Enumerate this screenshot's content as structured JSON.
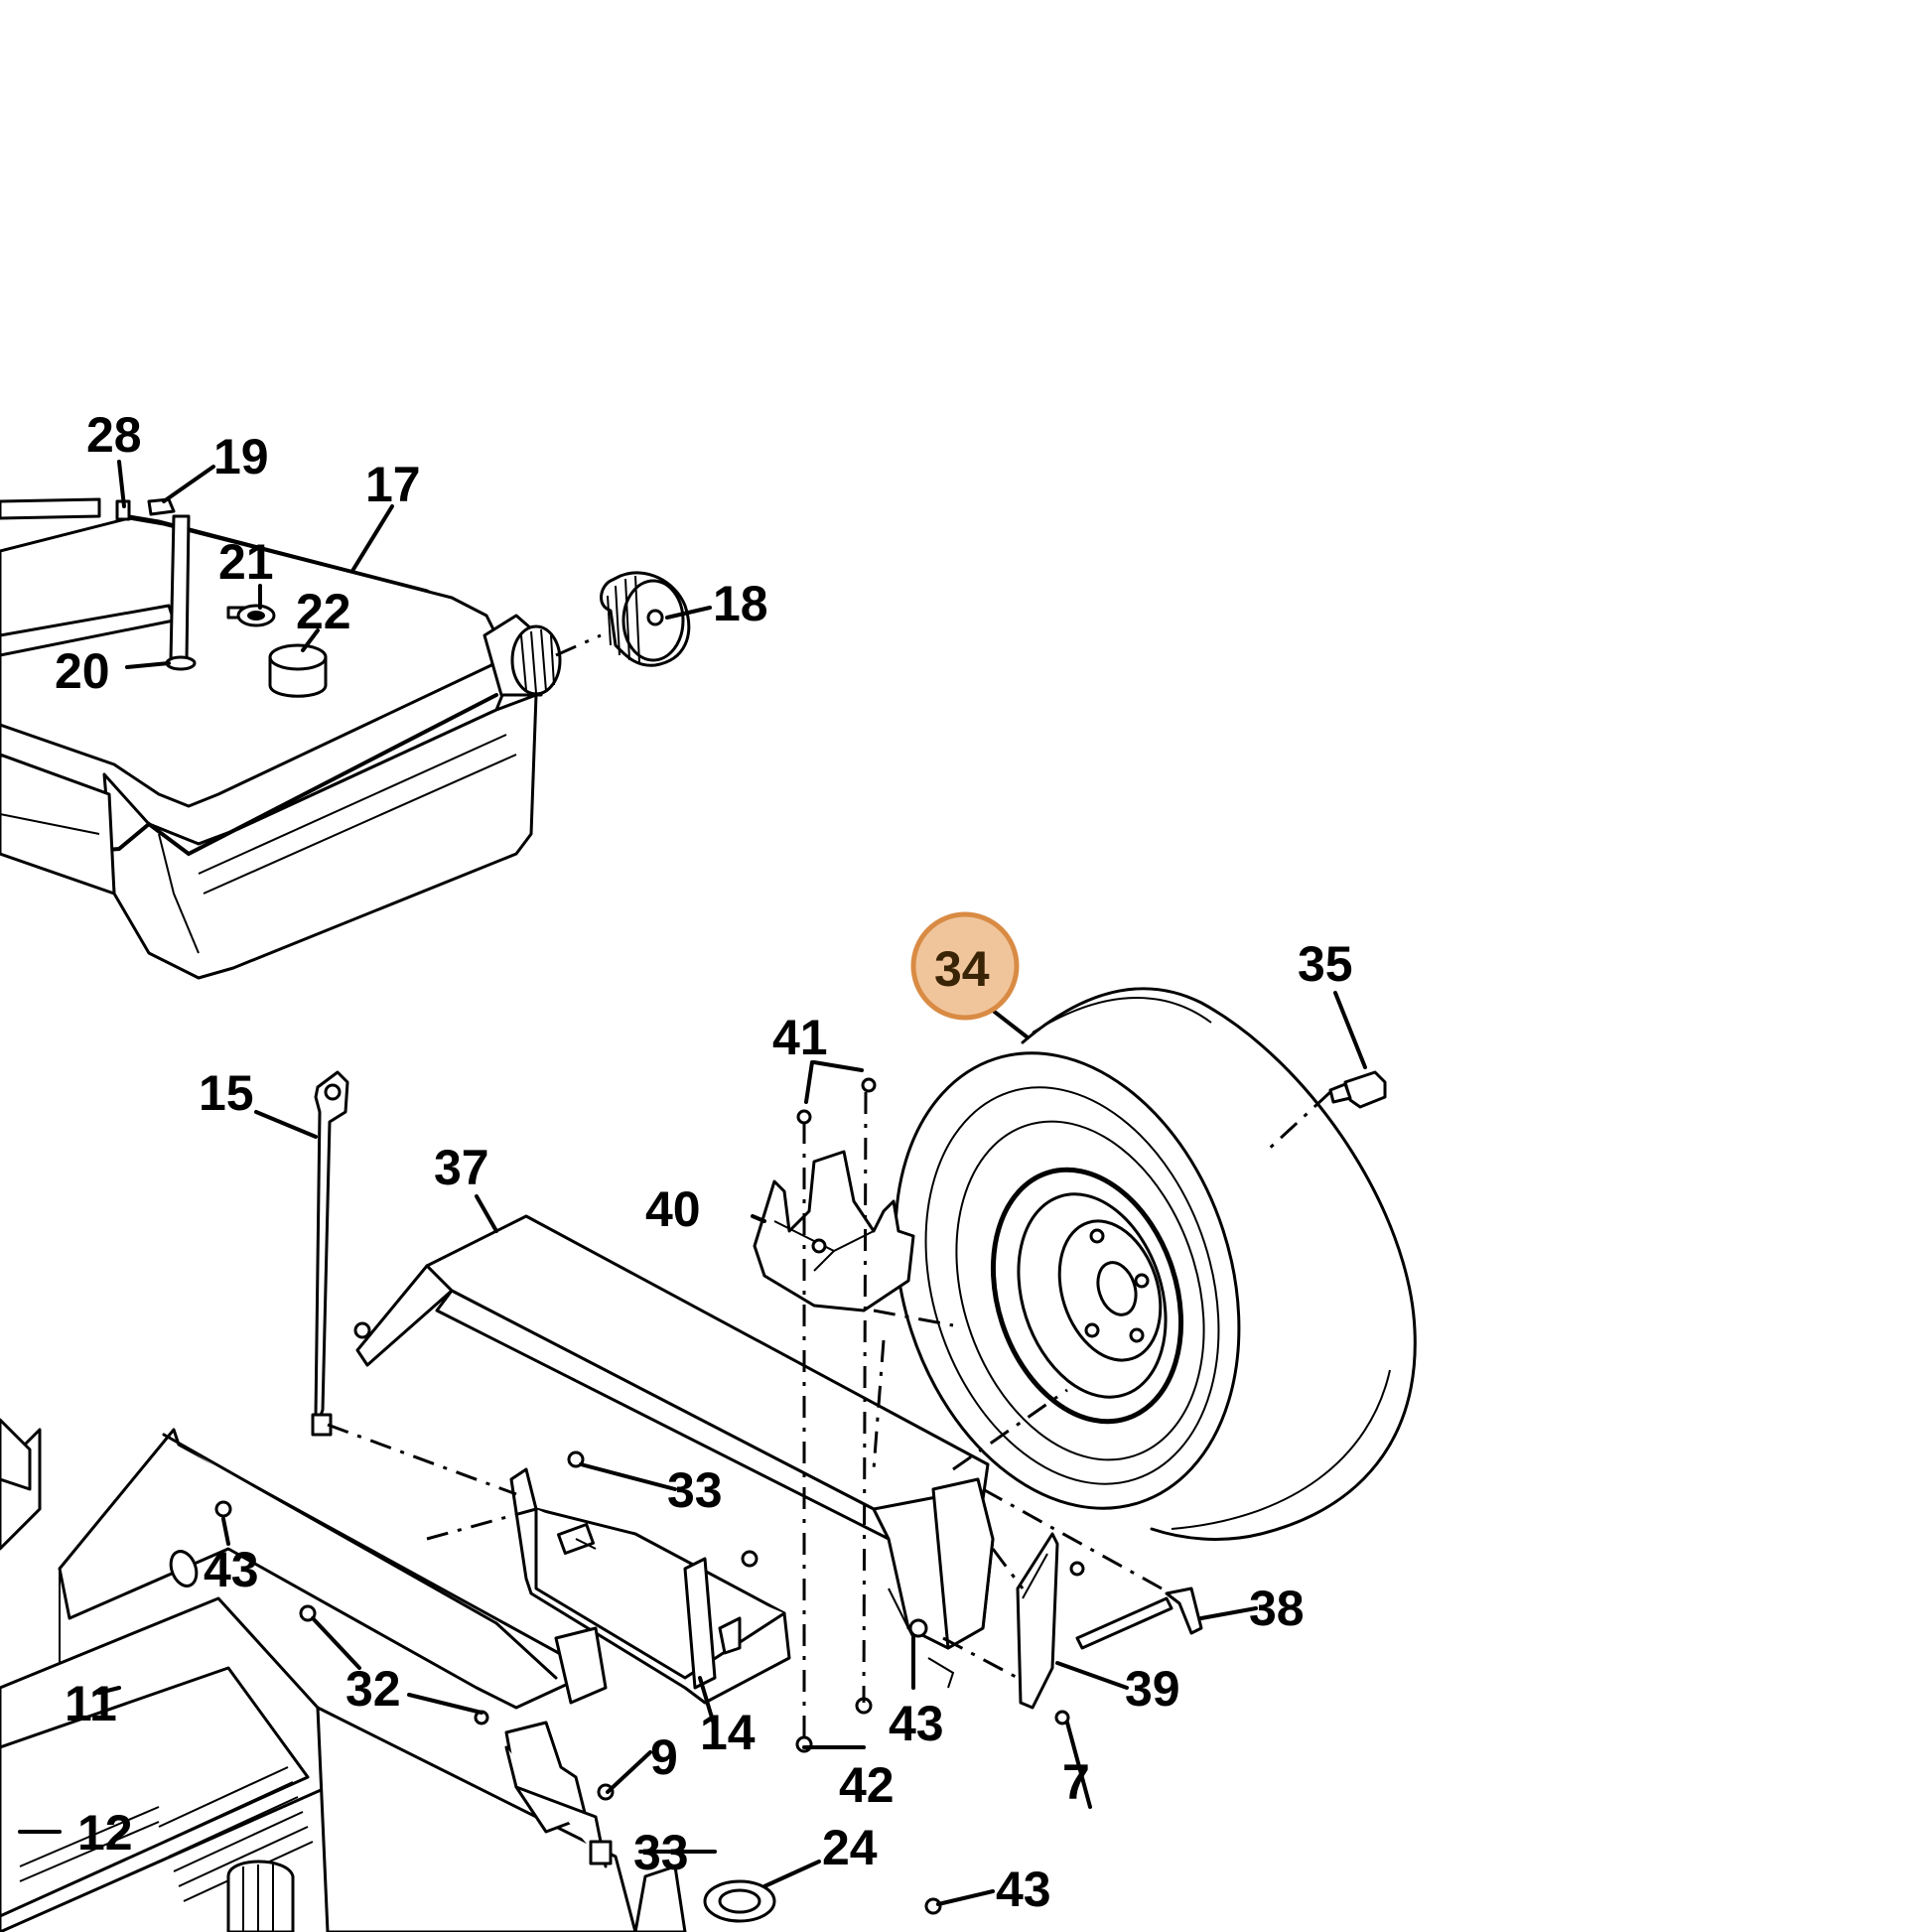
{
  "diagram": {
    "highlight": {
      "label": "34",
      "fill_color": "#f1c59b",
      "stroke_color": "#d98b44"
    },
    "callouts": {
      "c28": "28",
      "c19": "19",
      "c17": "17",
      "c21": "21",
      "c22": "22",
      "c18": "18",
      "c20": "20",
      "c35": "35",
      "c41": "41",
      "c15": "15",
      "c37": "37",
      "c40": "40",
      "c33a": "33",
      "c43a": "43",
      "c38": "38",
      "c11": "11",
      "c32": "32",
      "c39": "39",
      "c43b": "43",
      "c14": "14",
      "c9": "9",
      "c7": "7",
      "c42": "42",
      "c12": "12",
      "c33b": "33",
      "c24": "24",
      "c43c": "43"
    },
    "parts": [
      "fuel-tank",
      "fuel-cap",
      "fuel-gauge-rod",
      "vent-cap",
      "tire-and-wheel",
      "lug-bolt",
      "fender-bracket",
      "mount-cup",
      "strap",
      "battery-tray",
      "axle-pin",
      "side-plate",
      "frame"
    ]
  }
}
